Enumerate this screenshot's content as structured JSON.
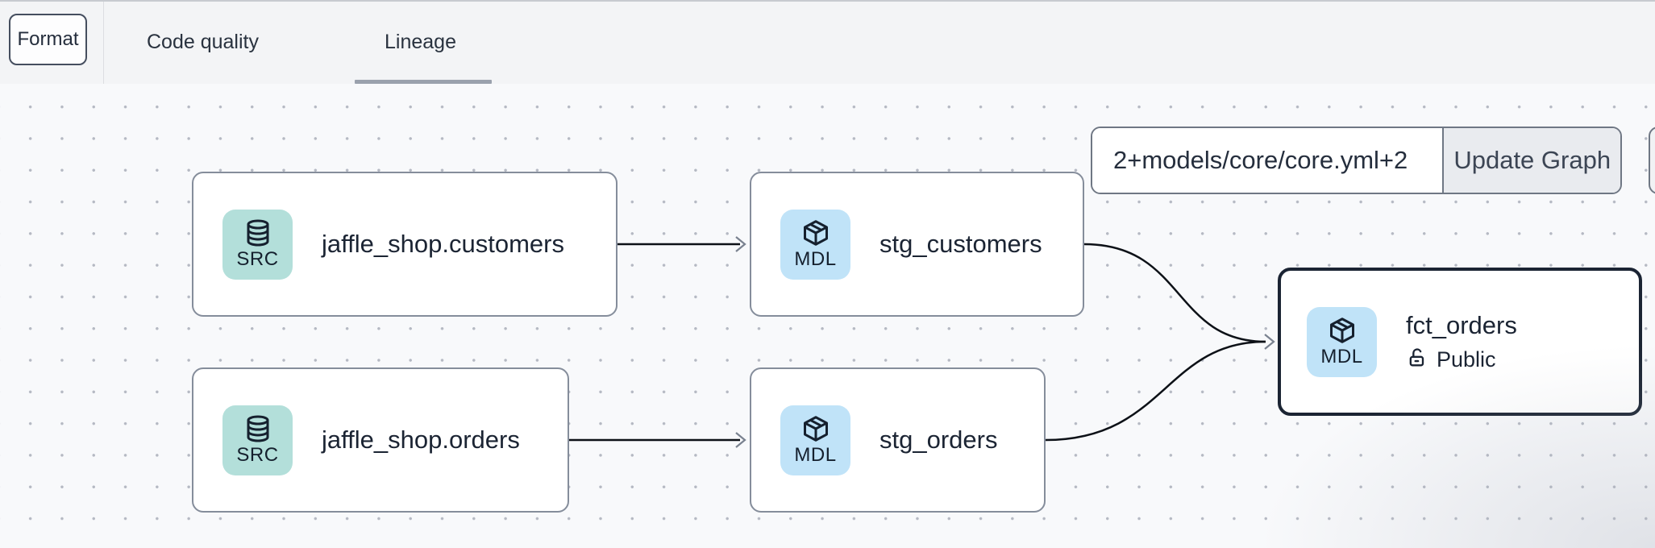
{
  "header": {
    "format_button": "Format",
    "tabs": [
      {
        "label": "Code quality",
        "active": false
      },
      {
        "label": "Lineage",
        "active": true
      }
    ]
  },
  "toolbar": {
    "selector_value": "2+models/core/core.yml+2",
    "update_button": "Update Graph"
  },
  "graph": {
    "nodes": [
      {
        "id": "src-customers",
        "title": "jaffle_shop.customers",
        "badge": "SRC",
        "type": "source"
      },
      {
        "id": "stg-customers",
        "title": "stg_customers",
        "badge": "MDL",
        "type": "model"
      },
      {
        "id": "src-orders",
        "title": "jaffle_shop.orders",
        "badge": "SRC",
        "type": "source"
      },
      {
        "id": "stg-orders",
        "title": "stg_orders",
        "badge": "MDL",
        "type": "model"
      },
      {
        "id": "fct-orders",
        "title": "fct_orders",
        "badge": "MDL",
        "type": "model",
        "access_label": "Public",
        "selected": true
      }
    ],
    "edges": [
      {
        "from": "jaffle_shop.customers",
        "to": "stg_customers"
      },
      {
        "from": "jaffle_shop.orders",
        "to": "stg_orders"
      },
      {
        "from": "stg_customers",
        "to": "fct_orders"
      },
      {
        "from": "stg_orders",
        "to": "fct_orders"
      }
    ]
  },
  "colors": {
    "source_badge": "#b3dfda",
    "model_badge": "#c0e3f8",
    "selected_node_border": "#1b2433",
    "edge": "#0d1117",
    "tab_underline": "#9aa1ad",
    "canvas_bg": "#f8f9fb",
    "topbar_bg": "#f3f4f6"
  }
}
